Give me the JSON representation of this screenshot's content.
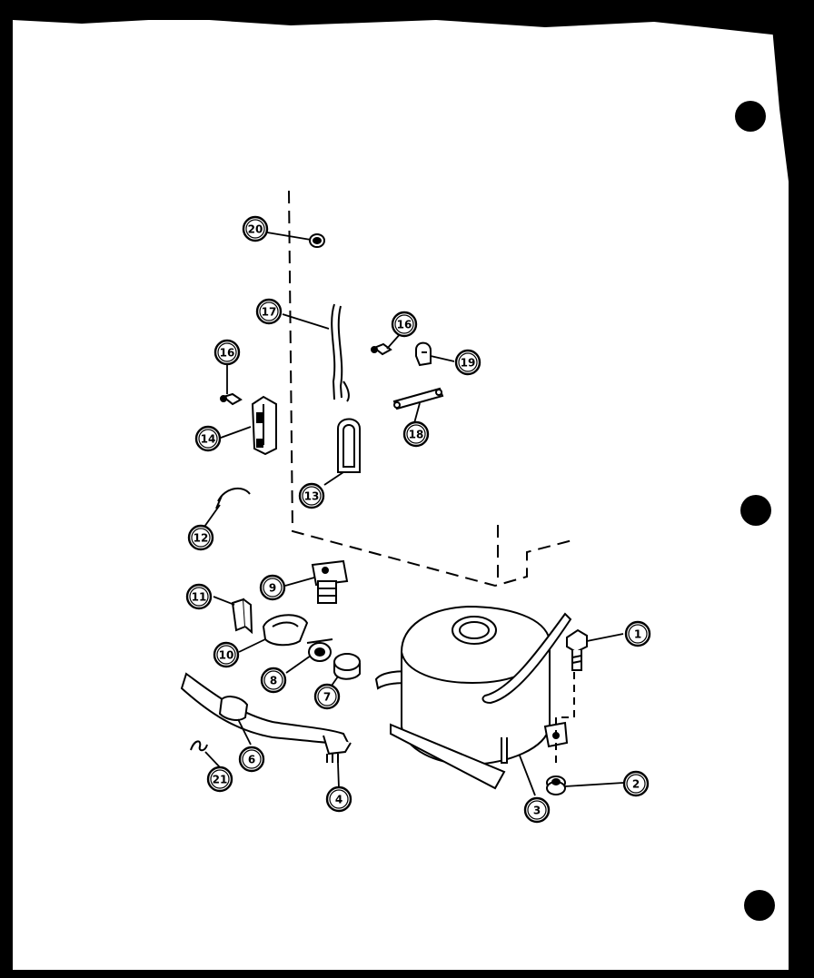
{
  "diagram": {
    "ink_color": "#000000",
    "paper_color": "#ffffff",
    "callouts": [
      {
        "id": "c1",
        "label": "1"
      },
      {
        "id": "c2",
        "label": "2"
      },
      {
        "id": "c3",
        "label": "3"
      },
      {
        "id": "c4",
        "label": "4"
      },
      {
        "id": "c6",
        "label": "6"
      },
      {
        "id": "c7",
        "label": "7"
      },
      {
        "id": "c8",
        "label": "8"
      },
      {
        "id": "c9",
        "label": "9"
      },
      {
        "id": "c10",
        "label": "10"
      },
      {
        "id": "c11",
        "label": "11"
      },
      {
        "id": "c12",
        "label": "12"
      },
      {
        "id": "c13",
        "label": "13"
      },
      {
        "id": "c14",
        "label": "14"
      },
      {
        "id": "c16a",
        "label": "16"
      },
      {
        "id": "c16b",
        "label": "16"
      },
      {
        "id": "c17",
        "label": "17"
      },
      {
        "id": "c18",
        "label": "18"
      },
      {
        "id": "c19",
        "label": "19"
      },
      {
        "id": "c20",
        "label": "20"
      },
      {
        "id": "c21",
        "label": "21"
      }
    ]
  }
}
